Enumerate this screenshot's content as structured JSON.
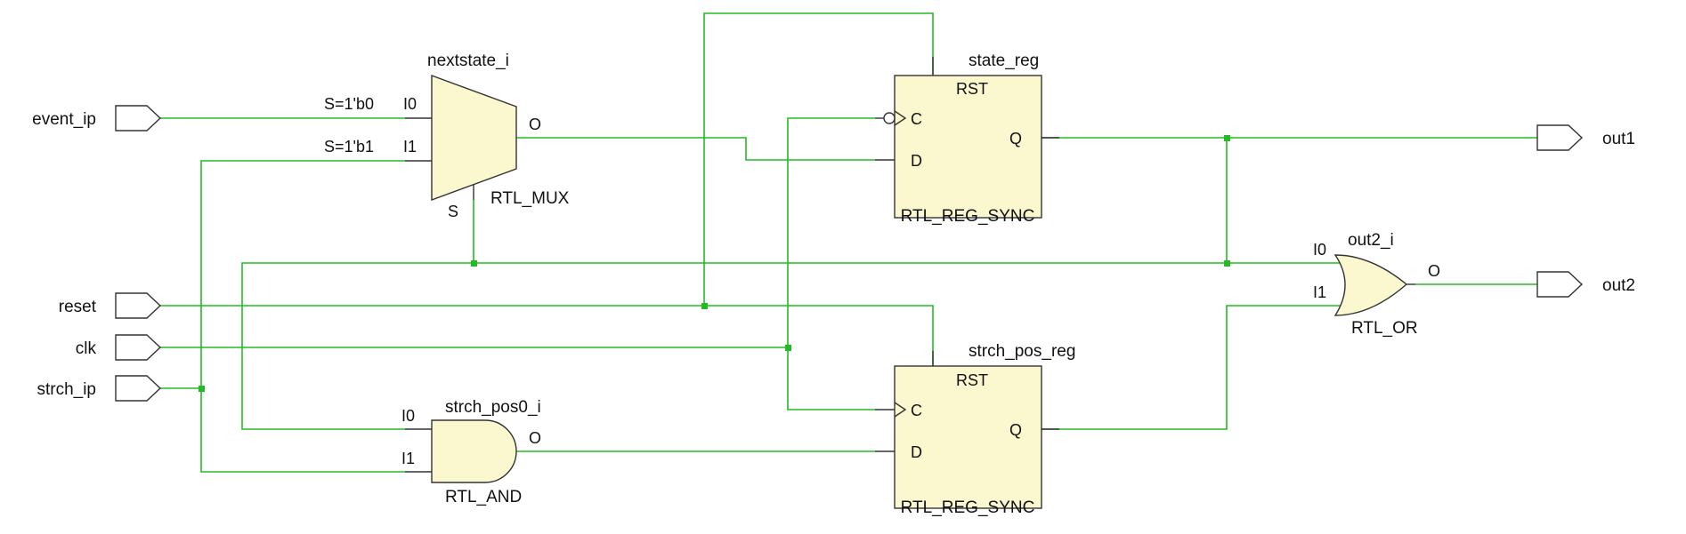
{
  "ports": {
    "inputs": [
      "event_ip",
      "reset",
      "clk",
      "strch_ip"
    ],
    "outputs": [
      "out1",
      "out2"
    ]
  },
  "mux": {
    "instance": "nextstate_i",
    "type": "RTL_MUX",
    "in0_cond": "S=1'b0",
    "in1_cond": "S=1'b1",
    "pin_i0": "I0",
    "pin_i1": "I1",
    "pin_o": "O",
    "pin_s": "S"
  },
  "state_reg": {
    "instance": "state_reg",
    "type": "RTL_REG_SYNC",
    "pin_rst": "RST",
    "pin_c": "C",
    "pin_d": "D",
    "pin_q": "Q"
  },
  "strch_reg": {
    "instance": "strch_pos_reg",
    "type": "RTL_REG_SYNC",
    "pin_rst": "RST",
    "pin_c": "C",
    "pin_d": "D",
    "pin_q": "Q"
  },
  "and_gate": {
    "instance": "strch_pos0_i",
    "type": "RTL_AND",
    "pin_i0": "I0",
    "pin_i1": "I1",
    "pin_o": "O"
  },
  "or_gate": {
    "instance": "out2_i",
    "type": "RTL_OR",
    "pin_i0": "I0",
    "pin_i1": "I1",
    "pin_o": "O"
  },
  "colors": {
    "wire": "#22bb22",
    "cell_fill": "#fbf7cf",
    "outline": "#333333"
  }
}
